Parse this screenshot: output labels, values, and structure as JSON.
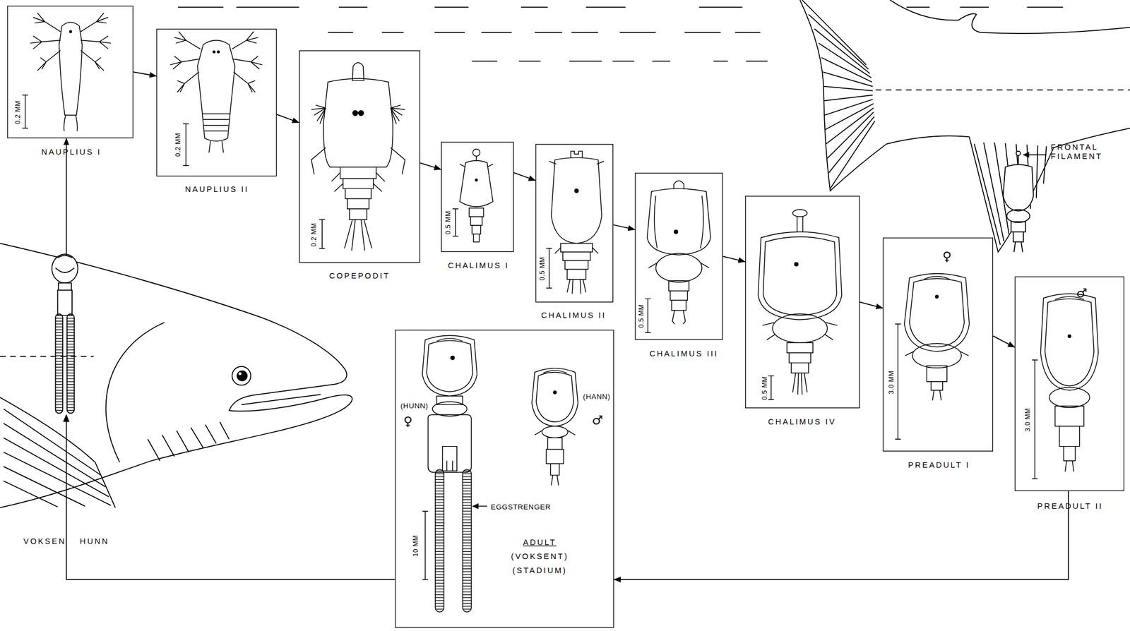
{
  "diagram": {
    "nodes": [
      {
        "text": [
          "NAUPLIUS I",
          "0.2 MM"
        ]
      },
      {
        "text": [
          "NAUPLIUS II",
          "0.2 MM"
        ]
      },
      {
        "text": [
          "COPEPODIT",
          "0.2 MM"
        ]
      },
      {
        "text": [
          "CHALIMUS I",
          "0.5 MM"
        ]
      },
      {
        "text": [
          "CHALIMUS II",
          "0.5 MM"
        ]
      },
      {
        "text": [
          "CHALIMUS III",
          "0.5 MM"
        ]
      },
      {
        "text": [
          "CHALIMUS IV",
          "0.5 MM"
        ]
      },
      {
        "text": [
          "PREADULT I",
          "♀",
          "3.0 MM"
        ]
      },
      {
        "text": [
          "PREADULT II",
          "♂",
          "3.0 MM"
        ]
      },
      {
        "text": [
          "ADULT",
          "(VOKSENT)",
          "(STADIUM)",
          "(HUNN)",
          "♀",
          "(HANN)",
          "♂",
          "EGGSTRENGER",
          "10 MM"
        ]
      }
    ],
    "edges": [
      {
        "from": 0,
        "to": 1,
        "arrow": "to"
      },
      {
        "from": 1,
        "to": 2,
        "arrow": "to"
      },
      {
        "from": 2,
        "to": 3,
        "arrow": "to"
      },
      {
        "from": 3,
        "to": 4,
        "arrow": "to"
      },
      {
        "from": 4,
        "to": 5,
        "arrow": "to"
      },
      {
        "from": 5,
        "to": 6,
        "arrow": "to"
      },
      {
        "from": 6,
        "to": 7,
        "arrow": "to"
      },
      {
        "from": 7,
        "to": 8,
        "arrow": "to"
      },
      {
        "from": 8,
        "to": 9,
        "arrow": "to"
      },
      {
        "from": 9,
        "to": 0,
        "arrow": "to"
      }
    ],
    "labels": [
      "VOKSEN HUNN",
      "FRONTAL FILAMENT"
    ]
  }
}
